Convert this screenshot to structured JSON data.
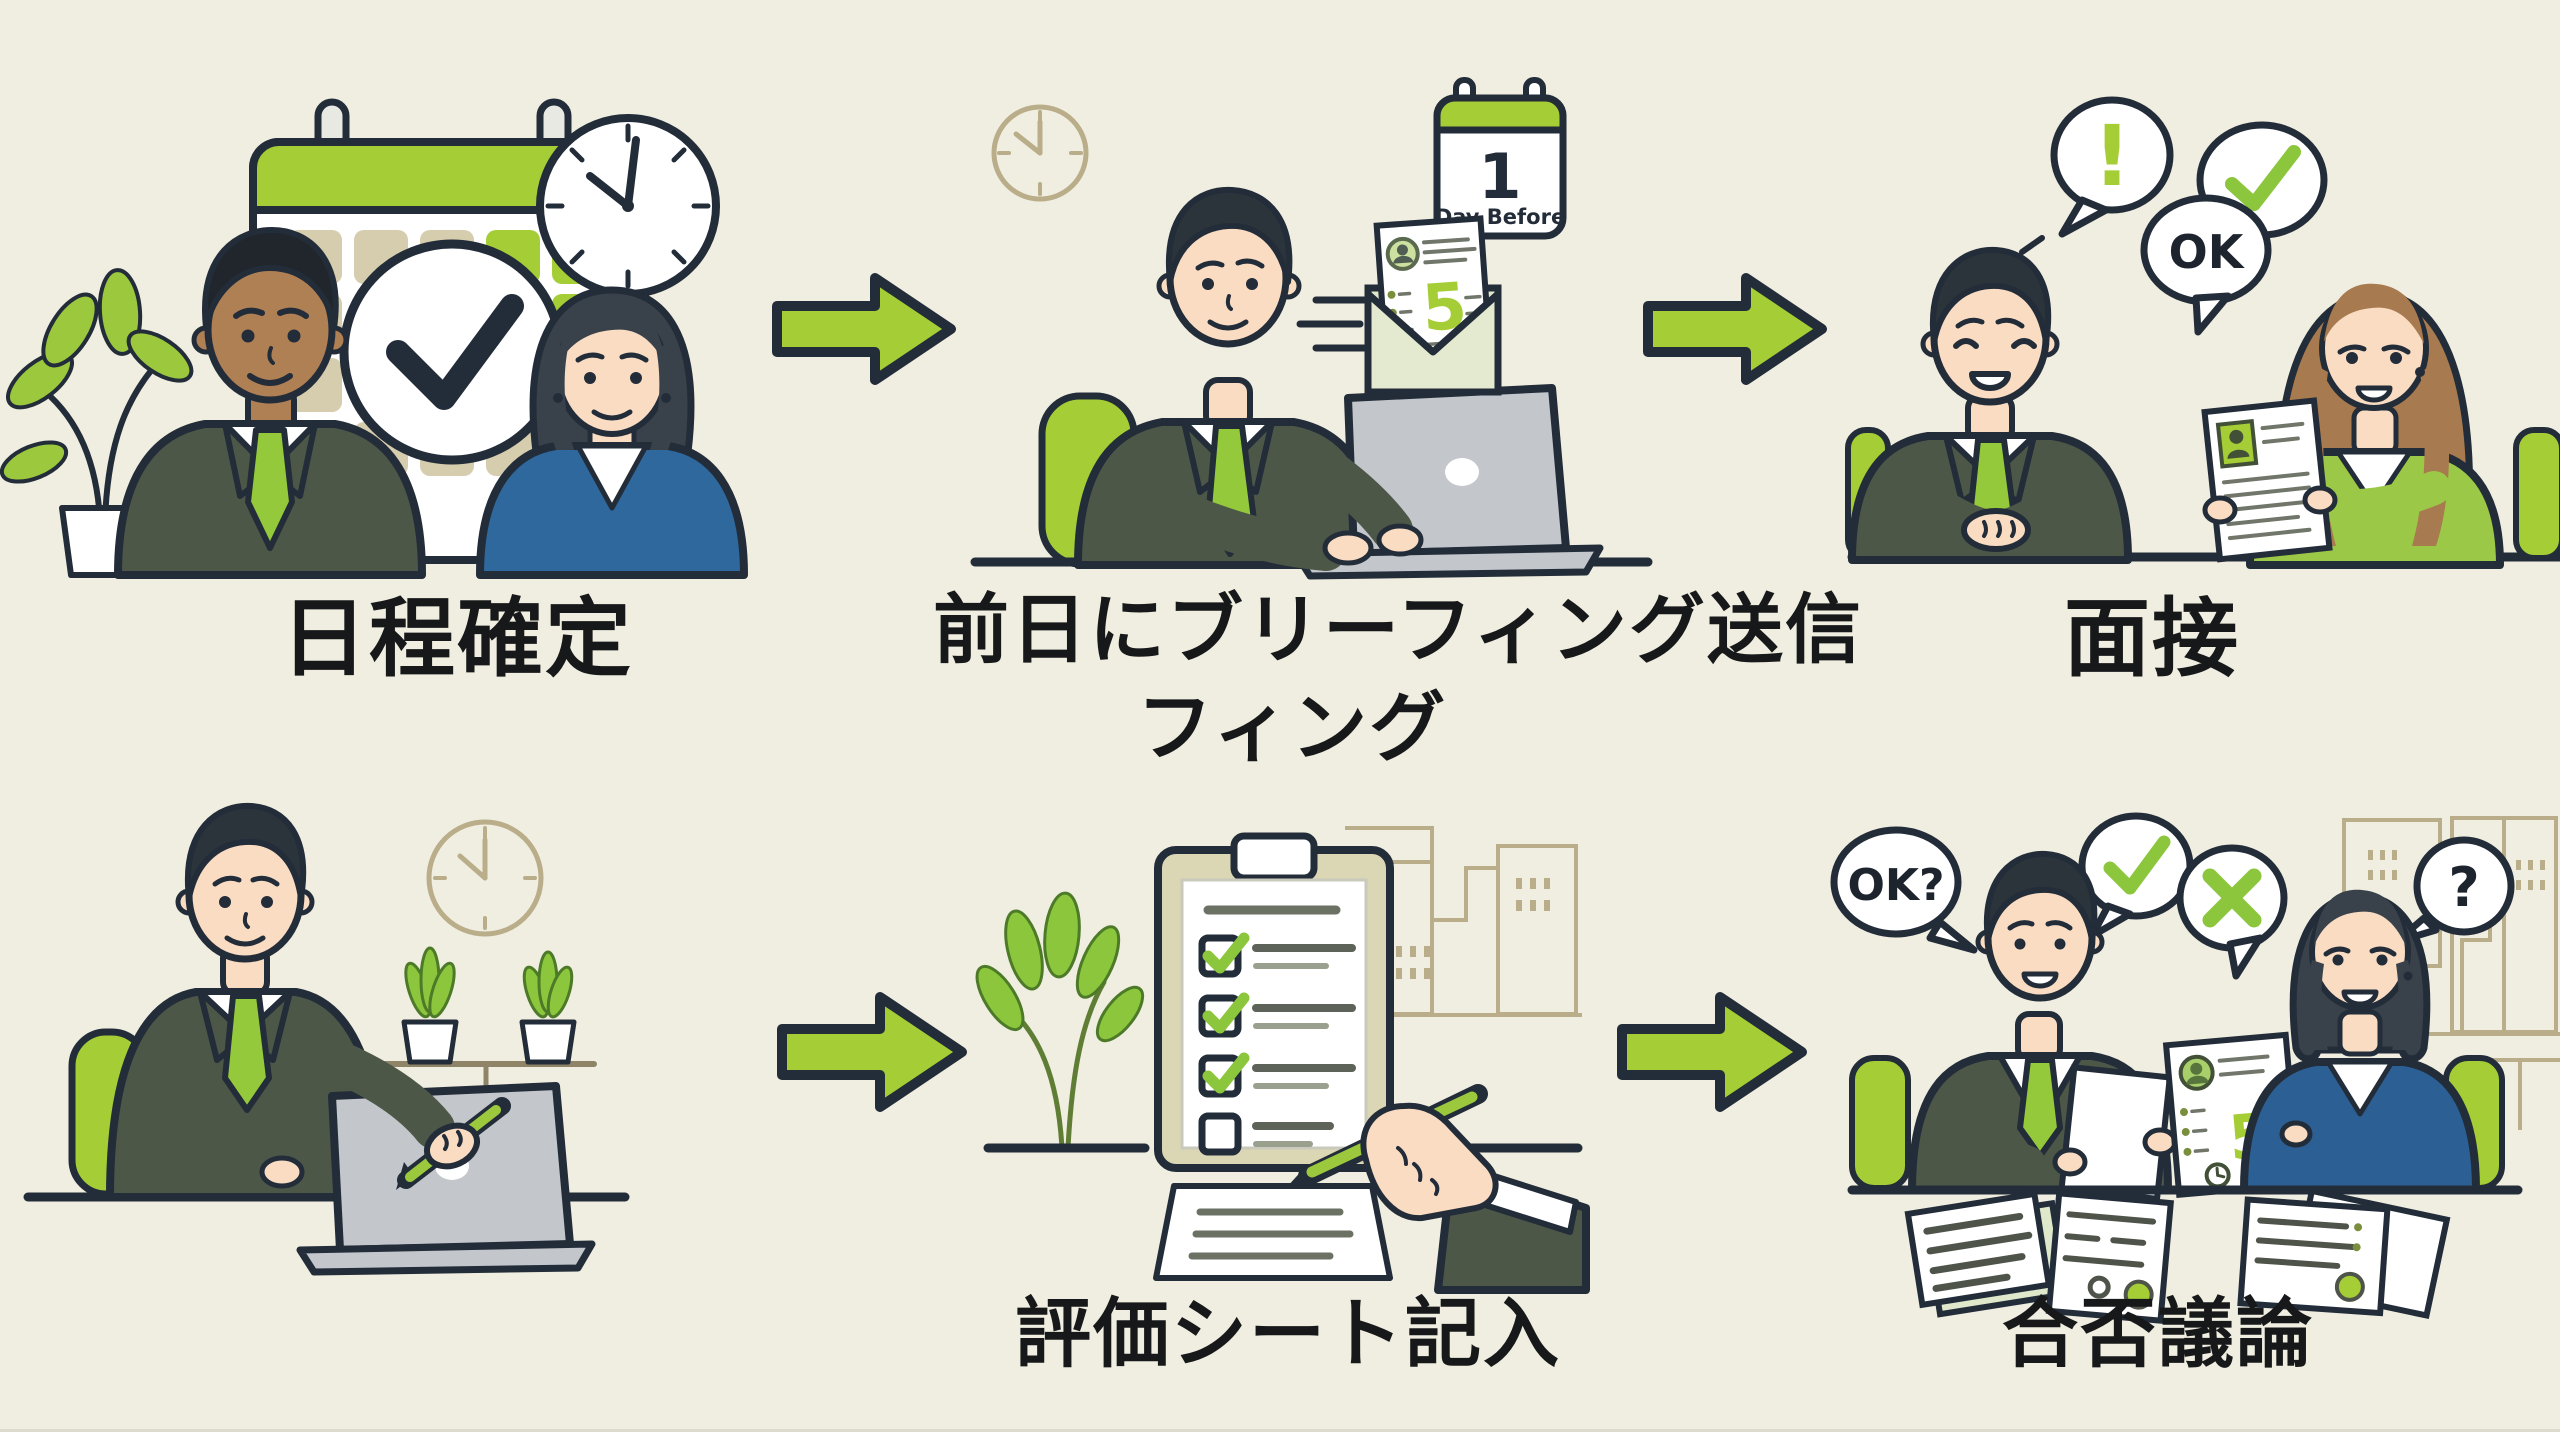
{
  "palette": {
    "background": "#f0eee0",
    "accent_green": "#a5cd36",
    "lime_green": "#8cc63c",
    "outline": "#232c39",
    "tan_line": "#b9ad8a",
    "suit": "#4d5748",
    "blue_blazer": "#2f689c",
    "lime_jacket": "#9cc848",
    "caption_text": "#17181a"
  },
  "flow_icons": {
    "between_steps": "arrow-right-icon"
  },
  "panels": {
    "schedule": {
      "caption": "日程確定",
      "icons": [
        "calendar-check-icon",
        "clock-icon",
        "plant-icon"
      ]
    },
    "briefing": {
      "caption_line1": "前日にブリーフィング送信",
      "caption_line2": "フィング",
      "calendar_day": "1",
      "calendar_caption": "Day Before",
      "score": "5",
      "icons": [
        "clock-icon",
        "calendar-icon",
        "envelope-icon",
        "laptop-icon"
      ]
    },
    "interview": {
      "caption": "面接",
      "bubble_exclaim": "!",
      "bubble_ok": "OK",
      "icons": [
        "speech-bubble-icon",
        "check-icon",
        "resume-icon"
      ]
    },
    "writing": {
      "icons": [
        "clock-icon",
        "plant-icon",
        "laptop-icon",
        "pen-icon"
      ]
    },
    "evaluation": {
      "caption": "評価シート記入",
      "icons": [
        "clipboard-icon",
        "checkbox-icon",
        "pen-icon",
        "plant-icon",
        "skyline-icon"
      ]
    },
    "decision": {
      "caption": "合否議論",
      "bubble_ok_question": "OK?",
      "bubble_question": "?",
      "score": "5",
      "icons": [
        "speech-bubble-icon",
        "check-icon",
        "cross-icon",
        "documents-icon"
      ]
    }
  }
}
